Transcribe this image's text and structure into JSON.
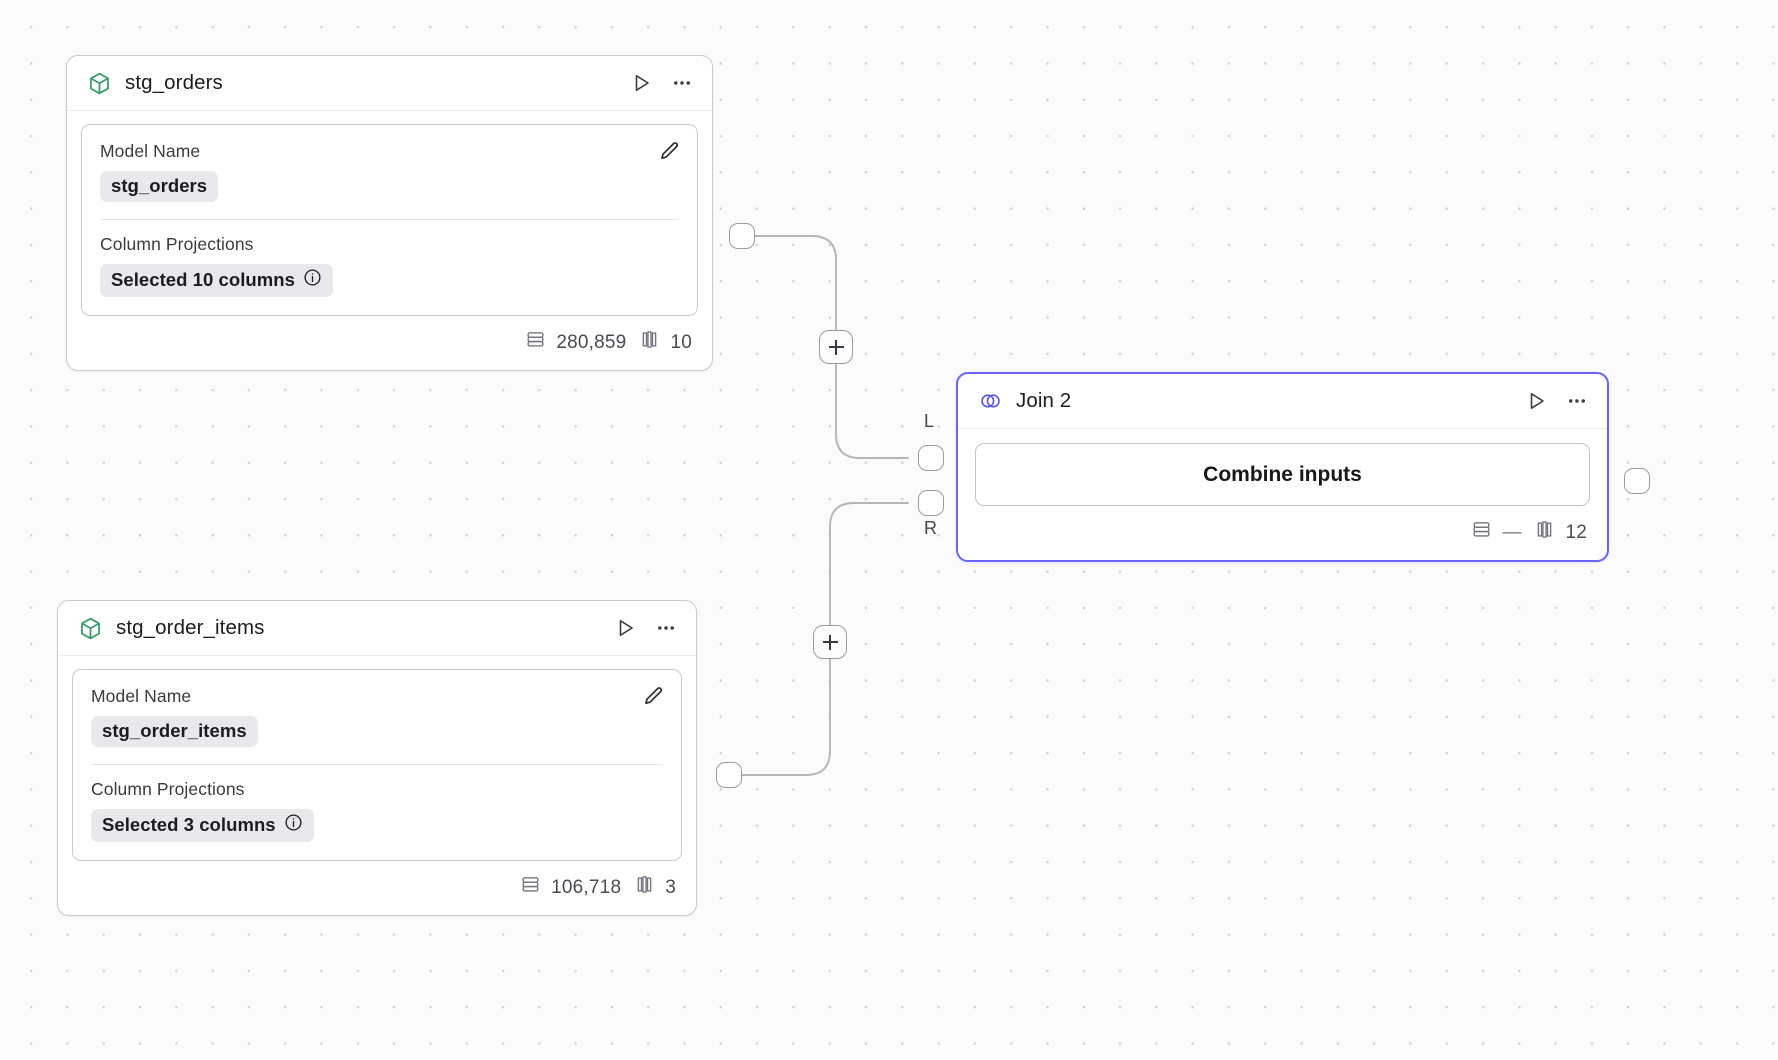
{
  "canvas": {
    "background_color": "#fbfbfb",
    "grid_dot_color": "#d2d2d6",
    "grid_spacing": "36"
  },
  "theme": {
    "accent_selected": "#6C63F5",
    "model_icon_color": "#3C9A6B",
    "chip_background": "#e9e9ec",
    "border_color": "#c9c9cf",
    "edge_color": "#b4b4bb"
  },
  "nodes": [
    {
      "id": "stg_orders",
      "title": "stg_orders",
      "type_icon": "cube-icon",
      "selected": false,
      "run_label": "Run",
      "menu_label": "More options",
      "edit_label": "Edit",
      "properties": [
        {
          "label": "Model Name",
          "value": "stg_orders"
        },
        {
          "label": "Column Projections",
          "value": "Selected 10 columns",
          "info_icon": "info-icon"
        }
      ],
      "stats": {
        "rows_icon": "rows-icon",
        "rows": "280,859",
        "columns_icon": "columns-icon",
        "columns": "10"
      }
    },
    {
      "id": "stg_order_items",
      "title": "stg_order_items",
      "type_icon": "cube-icon",
      "selected": false,
      "run_label": "Run",
      "menu_label": "More options",
      "edit_label": "Edit",
      "properties": [
        {
          "label": "Model Name",
          "value": "stg_order_items"
        },
        {
          "label": "Column Projections",
          "value": "Selected 3 columns",
          "info_icon": "info-icon"
        }
      ],
      "stats": {
        "rows_icon": "rows-icon",
        "rows": "106,718",
        "columns_icon": "columns-icon",
        "columns": "3"
      }
    },
    {
      "id": "join_2",
      "title": "Join 2",
      "type_icon": "join-icon",
      "selected": true,
      "run_label": "Run",
      "menu_label": "More options",
      "action_button": "Combine inputs",
      "stats": {
        "rows_icon": "rows-icon",
        "rows": "—",
        "columns_icon": "columns-icon",
        "columns": "12"
      }
    }
  ],
  "ports": {
    "join_left_label": "L",
    "join_right_label": "R"
  },
  "edges": {
    "add_node_label": "+"
  }
}
